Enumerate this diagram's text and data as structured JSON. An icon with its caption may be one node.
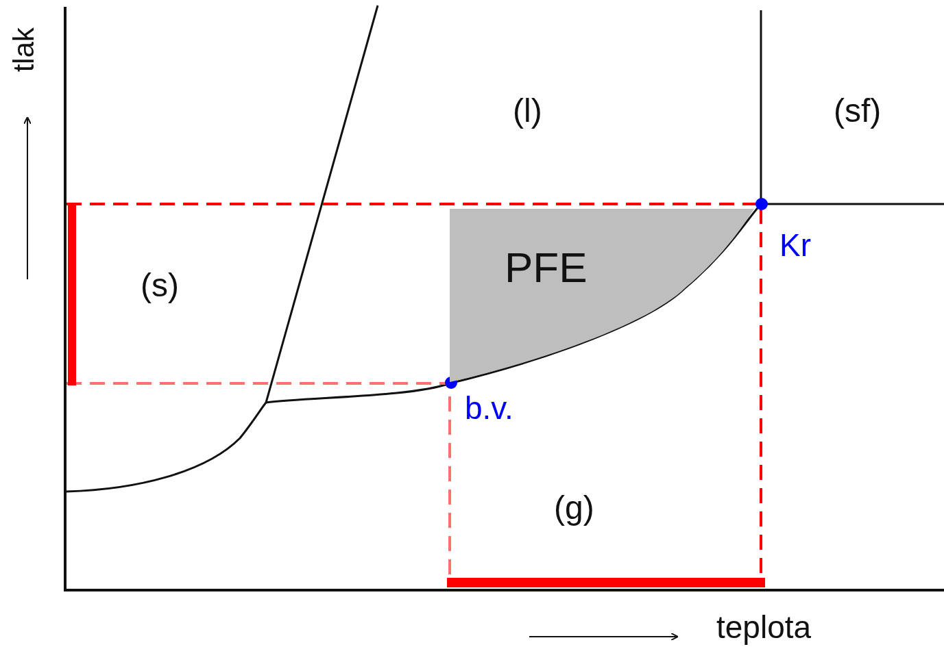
{
  "diagram": {
    "nodes": [
      {
        "text": [
          "PFE"
        ]
      }
    ],
    "labels": [
      "tlak",
      "(l)",
      "(sf)",
      "(s)",
      "Kr",
      "b.v.",
      "(g)",
      "teplota"
    ]
  }
}
